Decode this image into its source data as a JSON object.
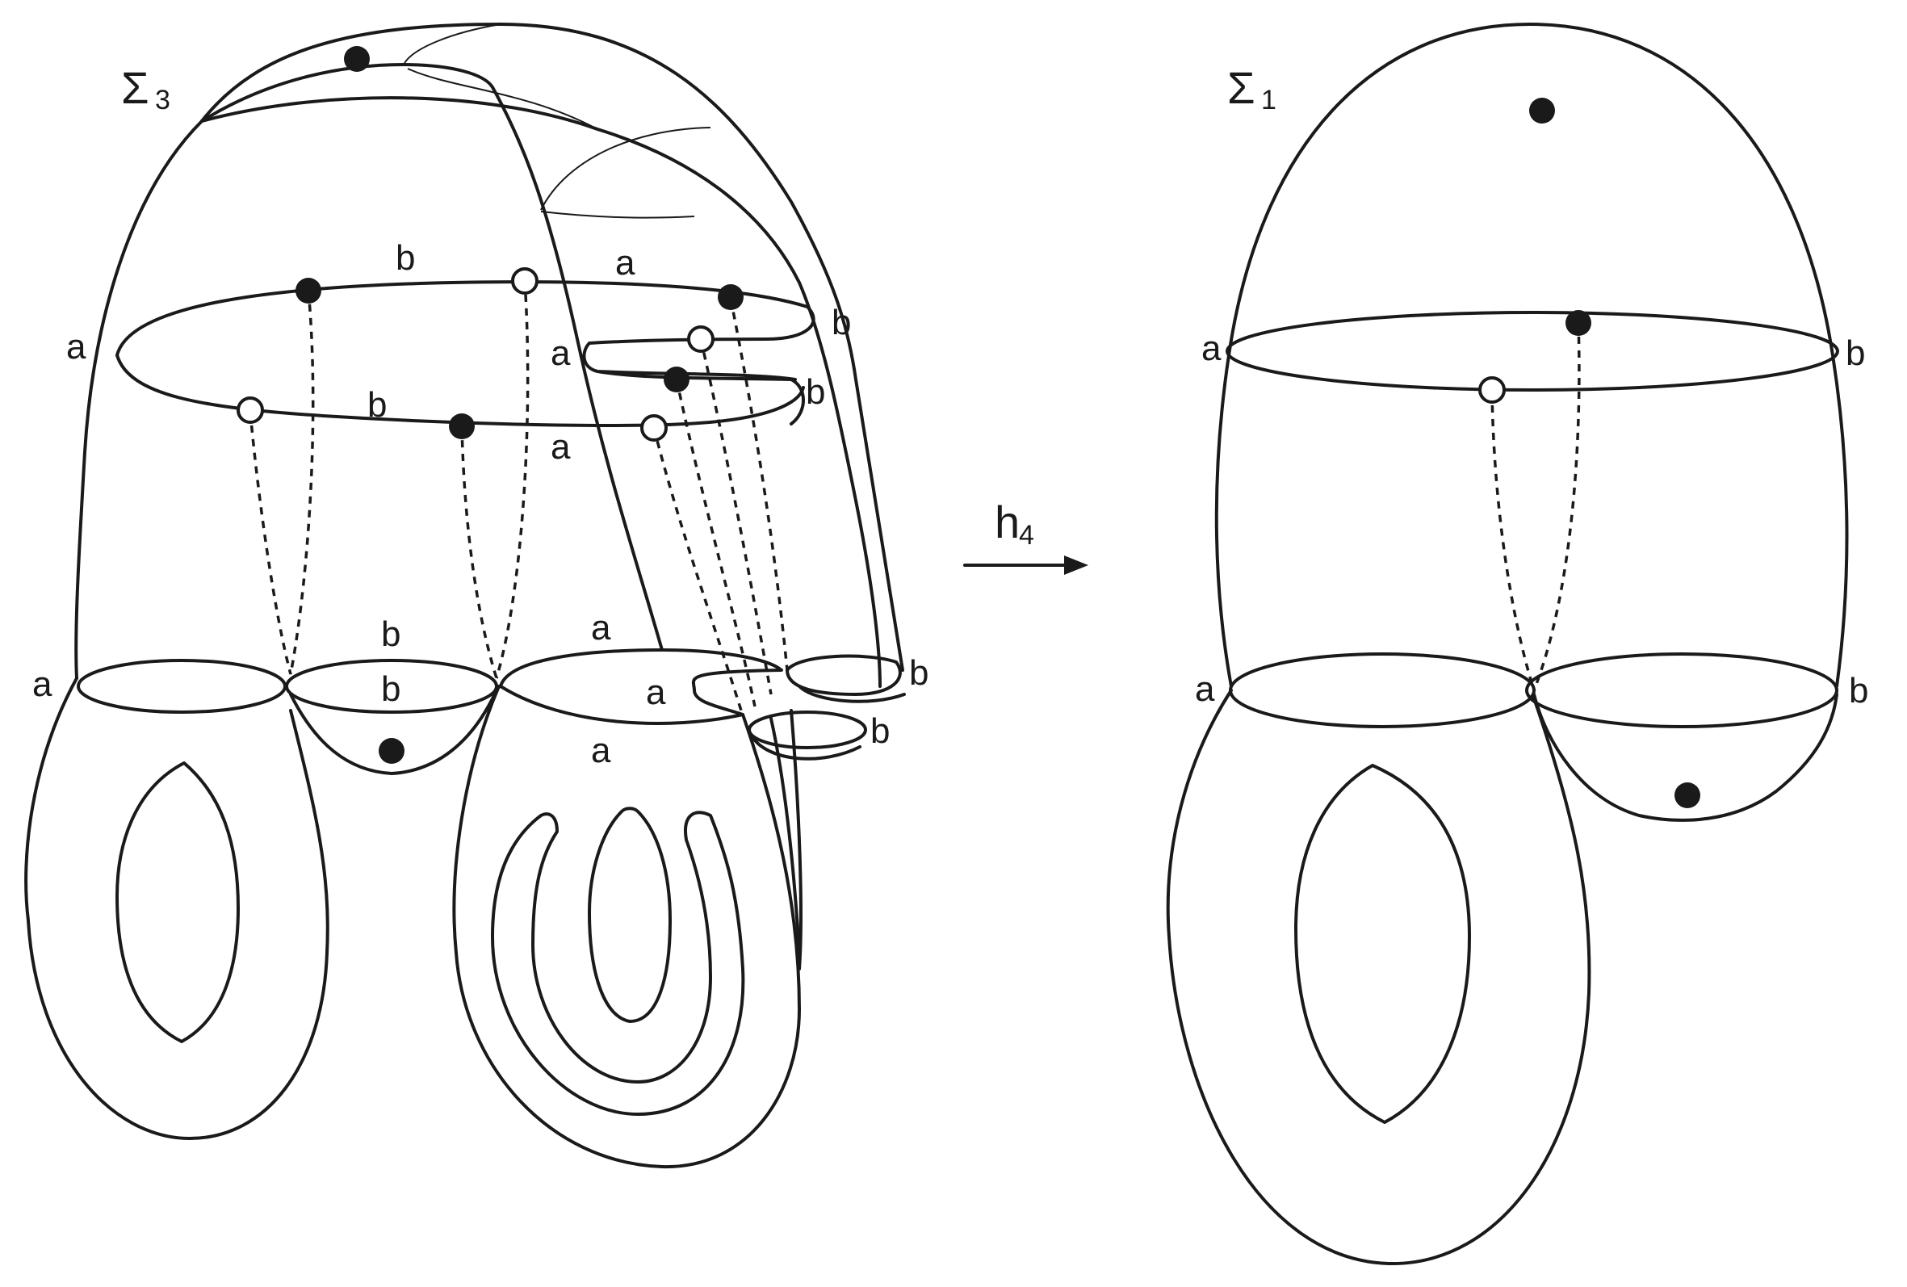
{
  "left_surface": {
    "name": "Σ",
    "subscript": "3",
    "labels": [
      "a",
      "b",
      "a",
      "b",
      "a",
      "b",
      "a",
      "b",
      "a",
      "b",
      "b",
      "a",
      "a",
      "a",
      "b",
      "b"
    ]
  },
  "right_surface": {
    "name": "Σ",
    "subscript": "1",
    "labels": [
      "a",
      "b",
      "a",
      "b"
    ]
  },
  "map": {
    "name": "h",
    "subscript": "4"
  },
  "colors": {
    "line": "#1a1a1a",
    "background": "#ffffff"
  }
}
